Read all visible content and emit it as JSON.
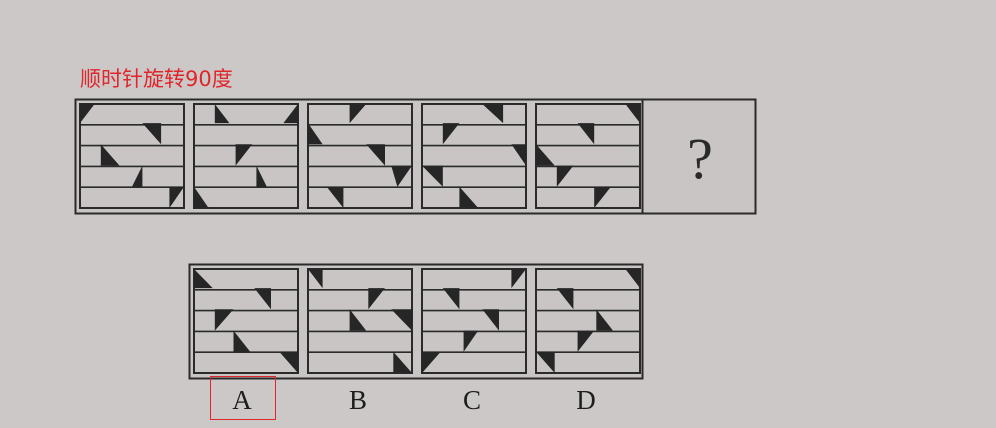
{
  "annotation": "顺时针旋转90度",
  "question_mark": "?",
  "options": [
    {
      "label": "A"
    },
    {
      "label": "B"
    },
    {
      "label": "C"
    },
    {
      "label": "D"
    }
  ],
  "selected_option": "A",
  "colors": {
    "background": "#cbc8c7",
    "panel_fill": "#c8c5c4",
    "stroke": "#2a2a2a",
    "triangle": "#262626",
    "annotation": "#e0262b",
    "answer_box": "#e0262b"
  }
}
